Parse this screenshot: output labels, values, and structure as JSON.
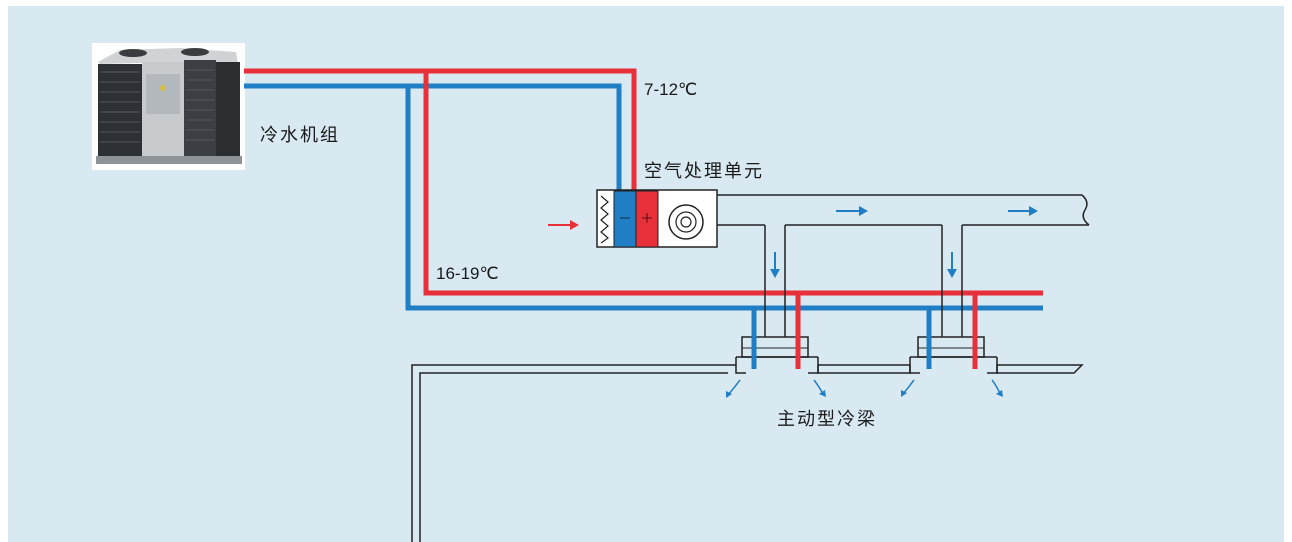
{
  "labels": {
    "chiller": "冷水机组",
    "supply_temp": "7-12℃",
    "ahu": "空气处理单元",
    "return_temp": "16-19℃",
    "beam": "主动型冷梁"
  },
  "colors": {
    "background": "#d8e9f2",
    "hot_pipe": "#e8303a",
    "cold_pipe": "#1f7ec4",
    "line": "#222222"
  }
}
